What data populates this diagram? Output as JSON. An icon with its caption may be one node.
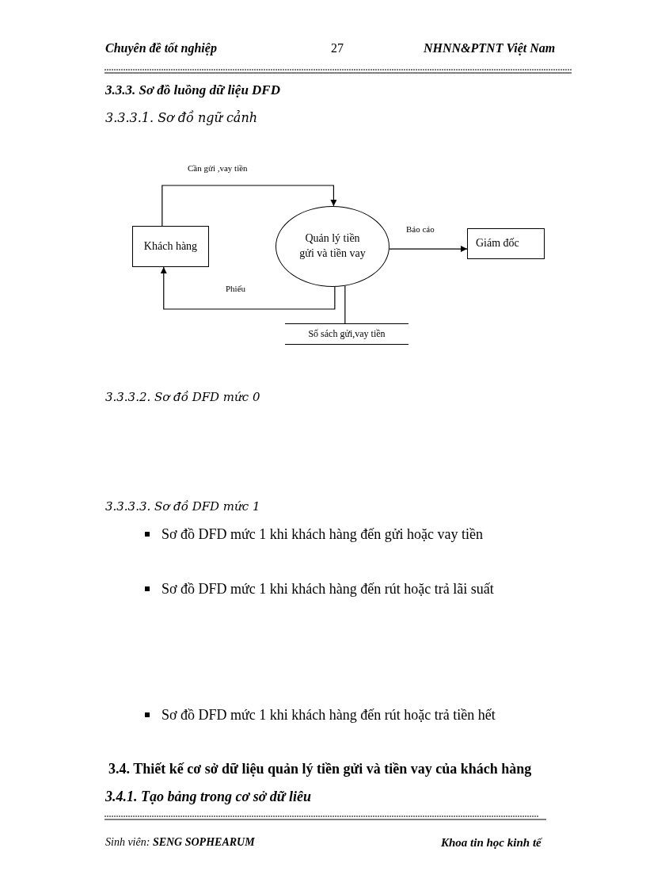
{
  "diagram": {
    "nodes": [
      {
        "text": [
          "Khách hàng"
        ]
      },
      {
        "text": [
          "Quản lý tiền gửi và tiền vay"
        ]
      },
      {
        "text": [
          "Giám đốc"
        ]
      },
      {
        "text": [
          "Số sách gửi,vay tiền"
        ]
      }
    ],
    "edges": [
      {
        "from": 0,
        "to": 1,
        "arrow": "to",
        "label": "Cần gửi ,vay tiền"
      },
      {
        "from": 1,
        "to": 0,
        "arrow": "to",
        "label": "Phiếu"
      },
      {
        "from": 1,
        "to": 2,
        "arrow": "to",
        "label": "Báo cáo"
      },
      {
        "from": 1,
        "to": 3,
        "arrow": "none"
      }
    ],
    "labels": [
      "Chuyên  đề tốt nghiệp",
      "27",
      "NHNN&PTNT  Việt Nam",
      "3.3.3.  Sơ đồ luồng dữ liệu DFD",
      "3.3.3.1. Sơ đồ ngữ cảnh",
      "3.3.3.2. Sơ đồ DFD mức 0",
      "3.3.3.3. Sơ đồ DFD mức 1",
      "Sơ đồ DFD mức 1 khi khách hàng đến gửi hoặc vay tiền",
      "Sơ đồ DFD mức 1 khi khách hàng đến rút hoặc trả lãi  suất",
      "Sơ đồ DFD mức 1 khi khách hàng đến rút hoặc trả tiền hết",
      "3.4. Thiết kế cơ sở dữ liệu quản lý tiền gửi và tiền vay của khách hàng",
      "3.4.1. Tạo bảng trong cơ sở dữ liêu",
      "Sinh viên: **SENG SOPHEARUM**",
      "Khoa tin học kinh tế"
    ]
  }
}
